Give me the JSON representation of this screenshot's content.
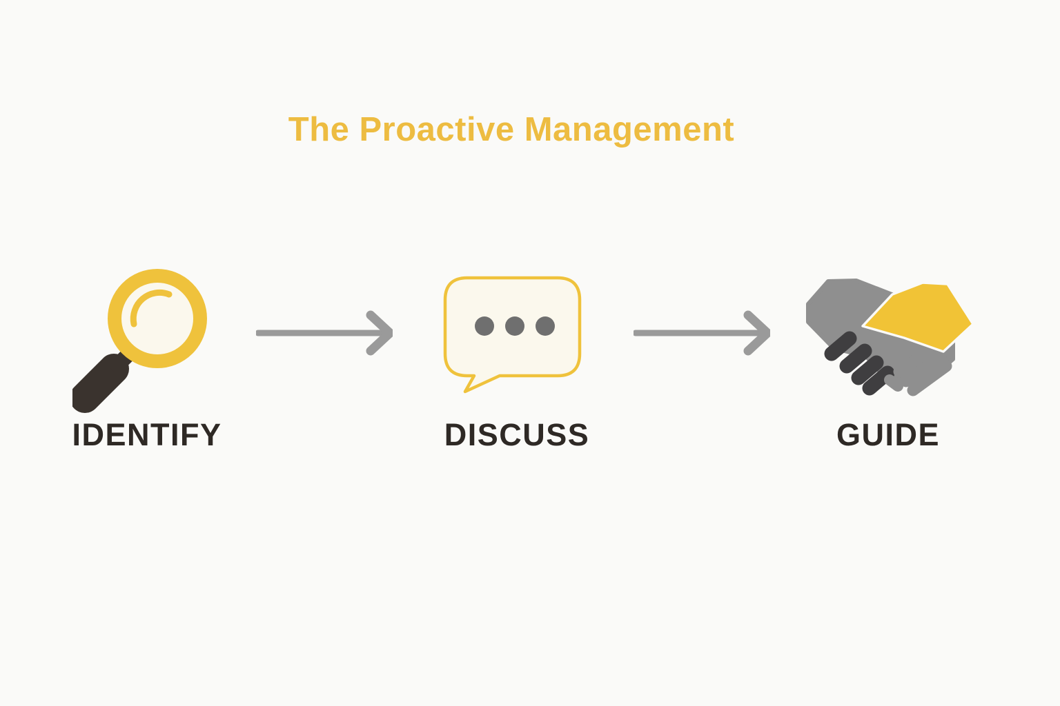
{
  "title": "The Proactive Management",
  "steps": [
    {
      "label": "IDENTIFY",
      "icon": "magnifying-glass-icon"
    },
    {
      "label": "DISCUSS",
      "icon": "speech-bubble-icon"
    },
    {
      "label": "GUIDE",
      "icon": "handshake-icon"
    }
  ],
  "connectors": [
    {
      "name": "arrow-1",
      "direction": "right"
    },
    {
      "name": "arrow-2",
      "direction": "right"
    }
  ],
  "colors": {
    "background": "#FAFAF8",
    "title_yellow": "#EDBC41",
    "accent_yellow": "#EFC23C",
    "hand_yellow": "#F1C336",
    "cream": "#FBF8ED",
    "label_dark": "#2E2925",
    "arrow_gray": "#9A9A9A",
    "dot_gray": "#6F6F6F",
    "hand_gray": "#8F8F8F",
    "handle_dark": "#3A332E",
    "knuckle_dark": "#3F3E40"
  }
}
